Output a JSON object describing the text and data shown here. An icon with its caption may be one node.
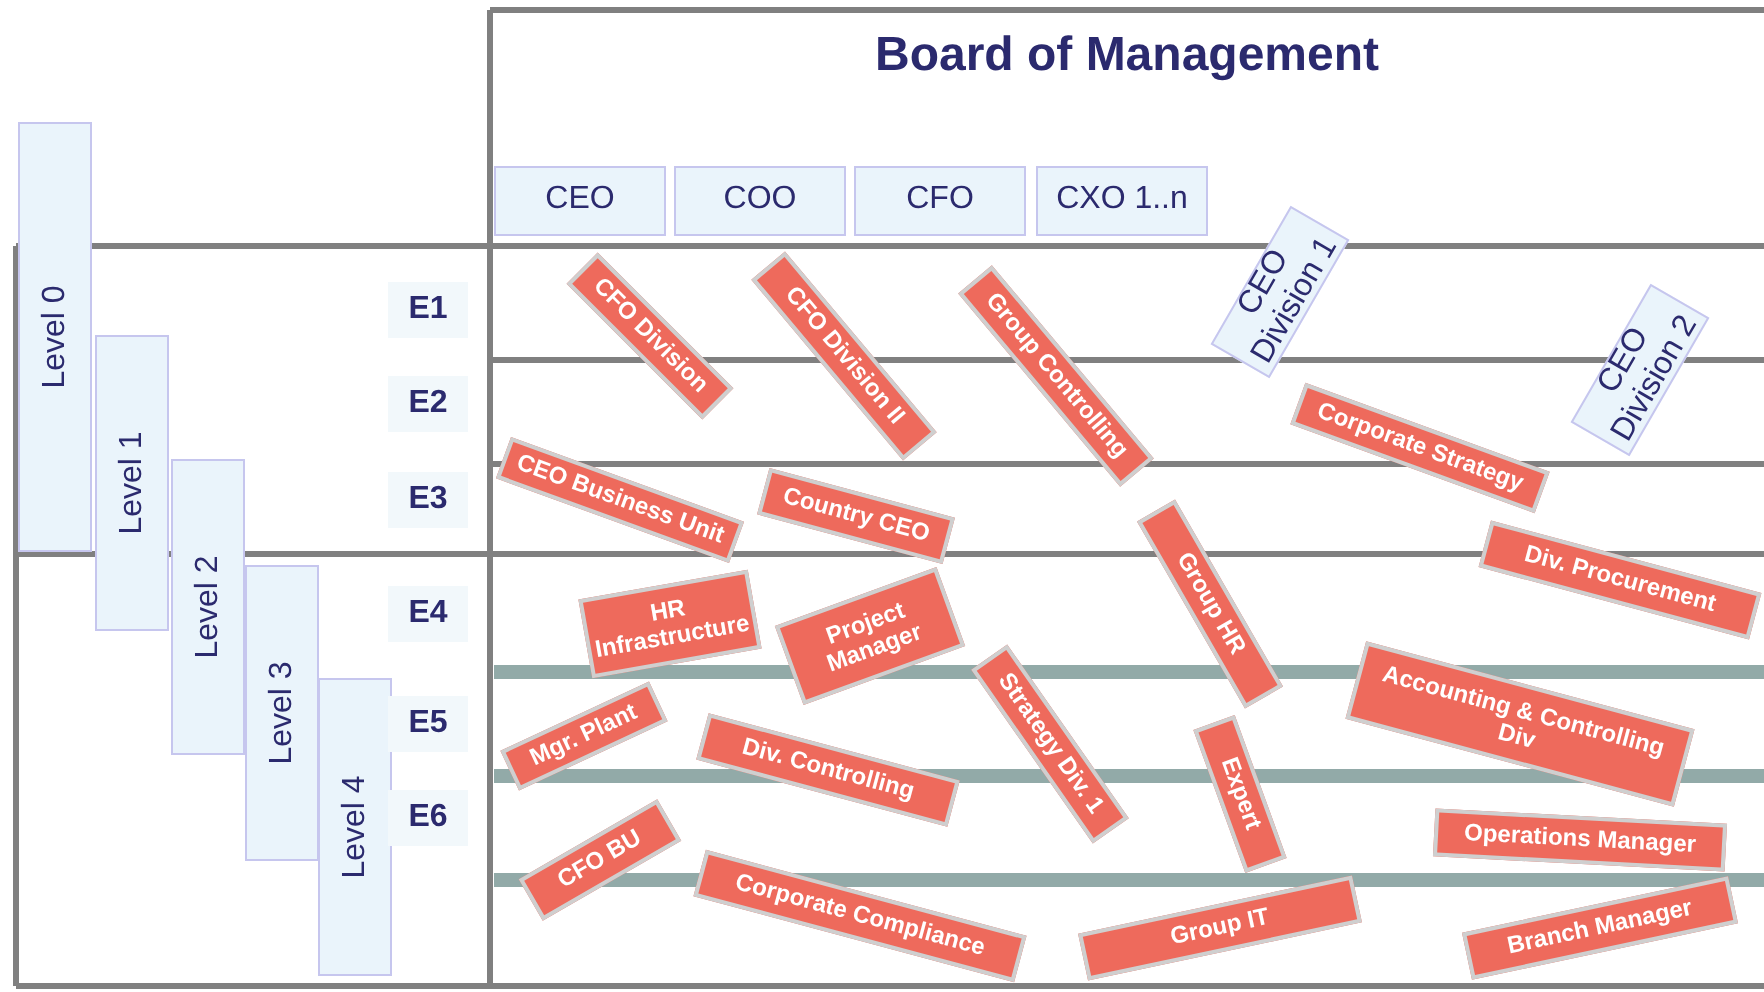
{
  "diagram": {
    "title": "Board of Management",
    "nodes": [
      {
        "text": [
          "CEO"
        ]
      },
      {
        "text": [
          "COO"
        ]
      },
      {
        "text": [
          "CFO"
        ]
      },
      {
        "text": [
          "CXO 1..n"
        ]
      },
      {
        "text": [
          "Level 0"
        ]
      },
      {
        "text": [
          "Level 1"
        ]
      },
      {
        "text": [
          "Level 2"
        ]
      },
      {
        "text": [
          "Level 3"
        ]
      },
      {
        "text": [
          "Level 4"
        ]
      },
      {
        "text": [
          "E1"
        ]
      },
      {
        "text": [
          "E2"
        ]
      },
      {
        "text": [
          "E3"
        ]
      },
      {
        "text": [
          "E4"
        ]
      },
      {
        "text": [
          "E5"
        ]
      },
      {
        "text": [
          "E6"
        ]
      },
      {
        "text": [
          "CFO Division"
        ]
      },
      {
        "text": [
          "CFO Division II"
        ]
      },
      {
        "text": [
          "CEO Division 1"
        ]
      },
      {
        "text": [
          "CEO Division 2"
        ]
      },
      {
        "text": [
          "CEO Business Unit"
        ]
      },
      {
        "text": [
          "Group Controlling"
        ]
      },
      {
        "text": [
          "Corporate Strategy"
        ]
      },
      {
        "text": [
          "Div. Procurement"
        ]
      },
      {
        "text": [
          "HR Infrastructure"
        ]
      },
      {
        "text": [
          "Country CEO"
        ]
      },
      {
        "text": [
          "Group HR"
        ]
      },
      {
        "text": [
          "Project Manager"
        ]
      },
      {
        "text": [
          "Accounting & Controlling Div"
        ]
      },
      {
        "text": [
          "Mgr. Plant"
        ]
      },
      {
        "text": [
          "Expert"
        ]
      },
      {
        "text": [
          "Div. Controlling"
        ]
      },
      {
        "text": [
          "Strategy Div. 1"
        ]
      },
      {
        "text": [
          "Operations Manager"
        ]
      },
      {
        "text": [
          "CFO BU"
        ]
      },
      {
        "text": [
          "Group IT"
        ]
      },
      {
        "text": [
          "Corporate Compliance"
        ]
      },
      {
        "text": [
          "Branch Manager"
        ]
      }
    ]
  }
}
